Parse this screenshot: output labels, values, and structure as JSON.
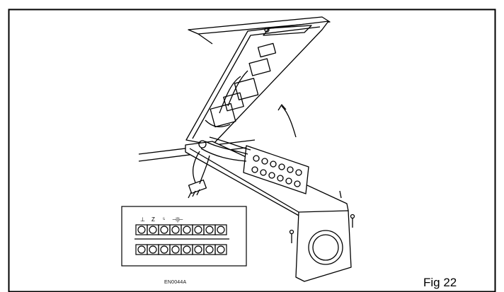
{
  "figure": {
    "label": "Fig 22",
    "drawing_code": "EN0044A",
    "terminal_markings": [
      "⊥",
      "Z",
      "⁵",
      "⊣|⊢"
    ]
  }
}
